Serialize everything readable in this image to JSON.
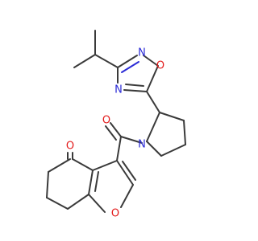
{
  "colors": {
    "carbon_bond": "#3a3a3a",
    "nitrogen": "#2b2bd6",
    "oxygen": "#e31b1b",
    "background": "#ffffff"
  },
  "atoms": {
    "n_oxadiazole_top": "N",
    "o_oxadiazole": "O",
    "n_oxadiazole_bottom": "N",
    "o_amide": "O",
    "n_pyrrolidine": "N",
    "o_ketone": "O",
    "o_furan": "O"
  }
}
